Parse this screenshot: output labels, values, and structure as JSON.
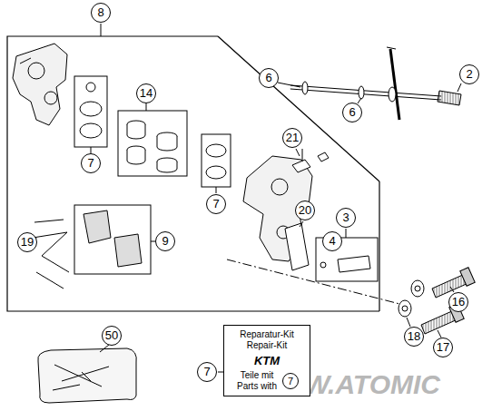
{
  "diagram": {
    "nodes": [
      {
        "text": [
          "Reparatur-Kit Repair-Kit",
          "KTM",
          "Teile mit Parts with",
          "7"
        ]
      }
    ],
    "labels": [
      "8",
      "7",
      "14",
      "7",
      "21",
      "3",
      "4",
      "20",
      "19",
      "9",
      "2",
      "6",
      "6",
      "16",
      "18",
      "17",
      "50",
      "7",
      "W.ATOMIC"
    ]
  }
}
